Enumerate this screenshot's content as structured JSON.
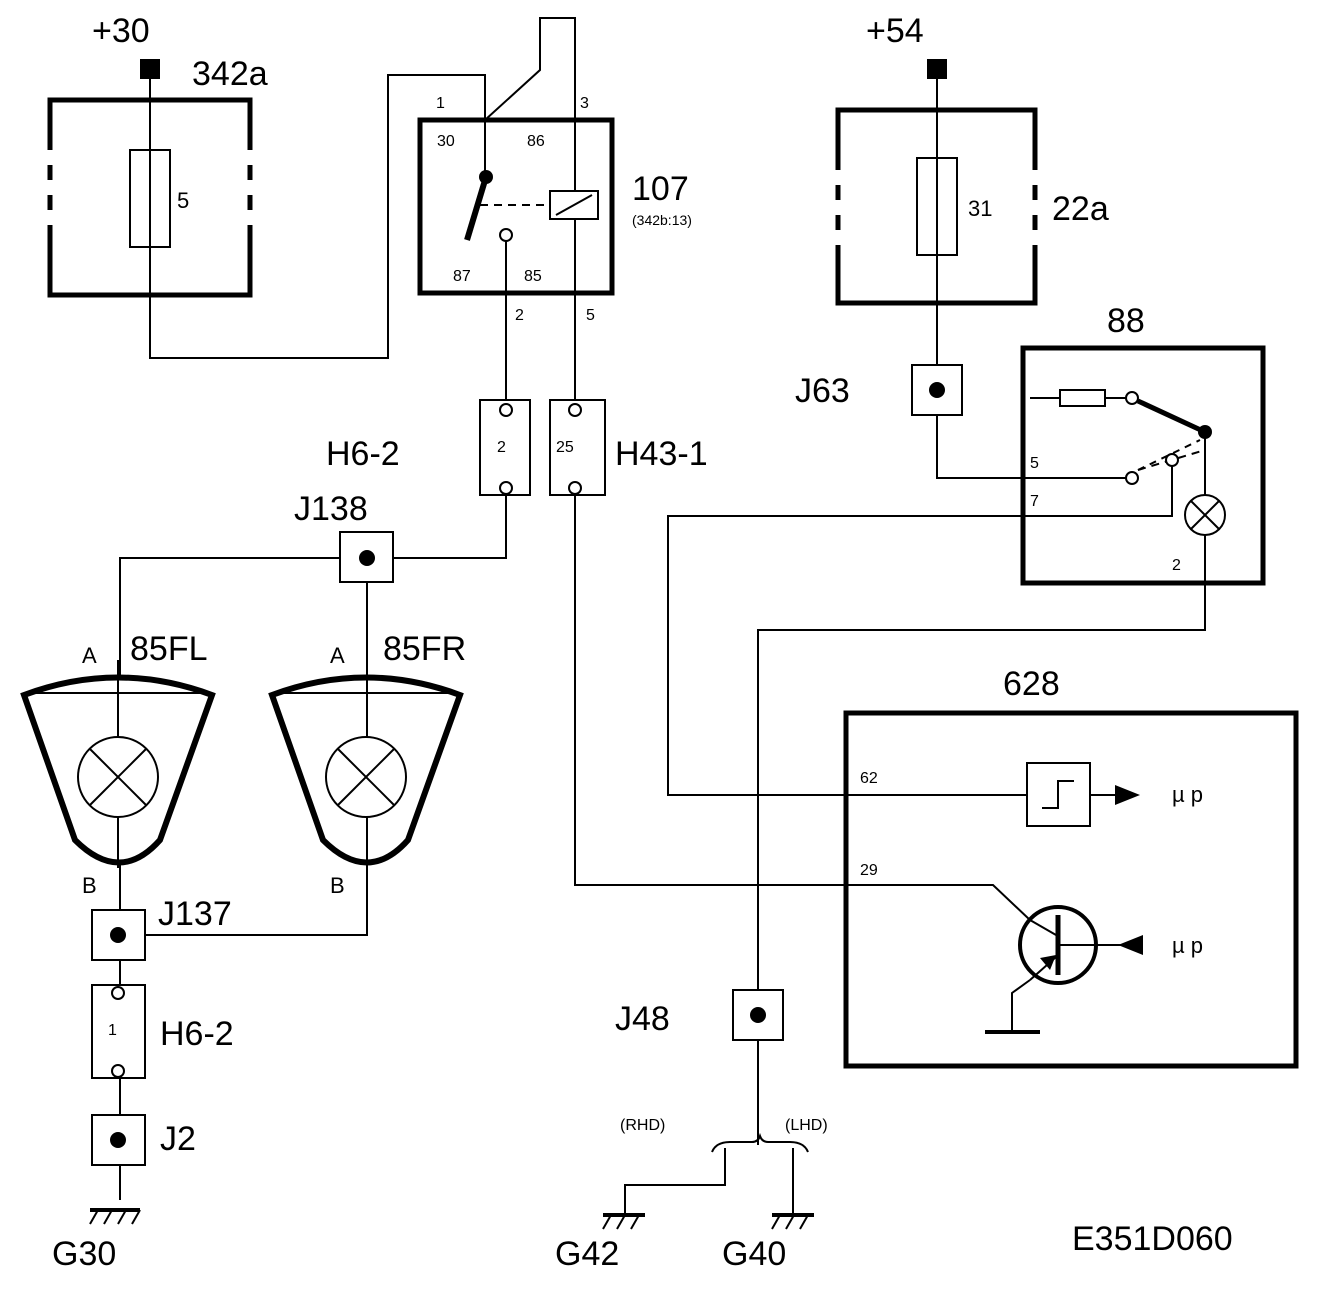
{
  "diagram": {
    "code": "E351D060",
    "supplies": {
      "plus30": "+30",
      "plus54": "+54"
    },
    "fuse_boxes": {
      "left": {
        "label": "342a",
        "fuse": "5"
      },
      "right": {
        "label": "22a",
        "fuse": "31"
      }
    },
    "relay": {
      "label": "107",
      "ref": "(342b:13)",
      "pin_top_left": "1",
      "pin_top_right": "3",
      "pin_bottom_left": "2",
      "pin_bottom_right": "5",
      "term_30": "30",
      "term_86": "86",
      "term_87": "87",
      "term_85": "85"
    },
    "connectors": {
      "h6_2_top_label": "H6-2",
      "h6_2_top_pin": "2",
      "h43_1_label": "H43-1",
      "h43_1_pin": "25",
      "h6_2_bottom_label": "H6-2",
      "h6_2_bottom_pin": "1"
    },
    "junctions": {
      "j138": "J138",
      "j137": "J137",
      "j2": "J2",
      "j63": "J63",
      "j48": "J48"
    },
    "lamps": {
      "left": {
        "label": "85FL",
        "pin_a": "A",
        "pin_b": "B"
      },
      "right": {
        "label": "85FR",
        "pin_a": "A",
        "pin_b": "B"
      }
    },
    "switch": {
      "label": "88",
      "pin5": "5",
      "pin7": "7",
      "pin2": "2"
    },
    "module": {
      "label": "628",
      "pin62": "62",
      "pin29": "29",
      "mp_top": "µ p",
      "mp_bottom": "µ p"
    },
    "grounds": {
      "g30": "G30",
      "g42": "G42",
      "g40": "G40",
      "rhd": "(RHD)",
      "lhd": "(LHD)"
    }
  }
}
